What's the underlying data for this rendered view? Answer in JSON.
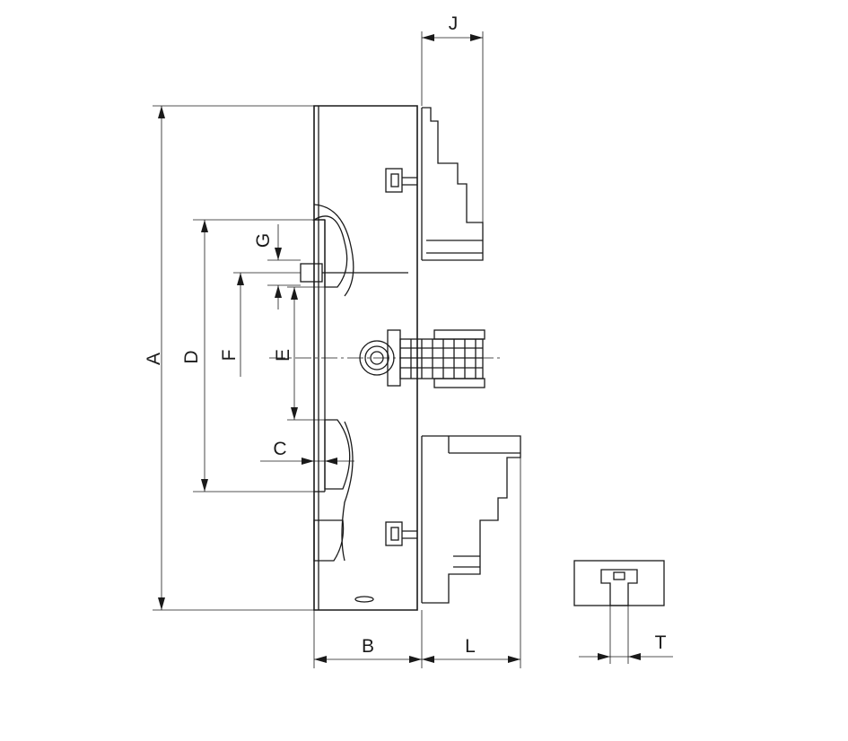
{
  "labels": {
    "A": "A",
    "B": "B",
    "C": "C",
    "D": "D",
    "E": "E",
    "F": "F",
    "G": "G",
    "J": "J",
    "L": "L",
    "T": "T"
  },
  "colors": {
    "line": "#1a1a1a",
    "background": "#ffffff"
  }
}
